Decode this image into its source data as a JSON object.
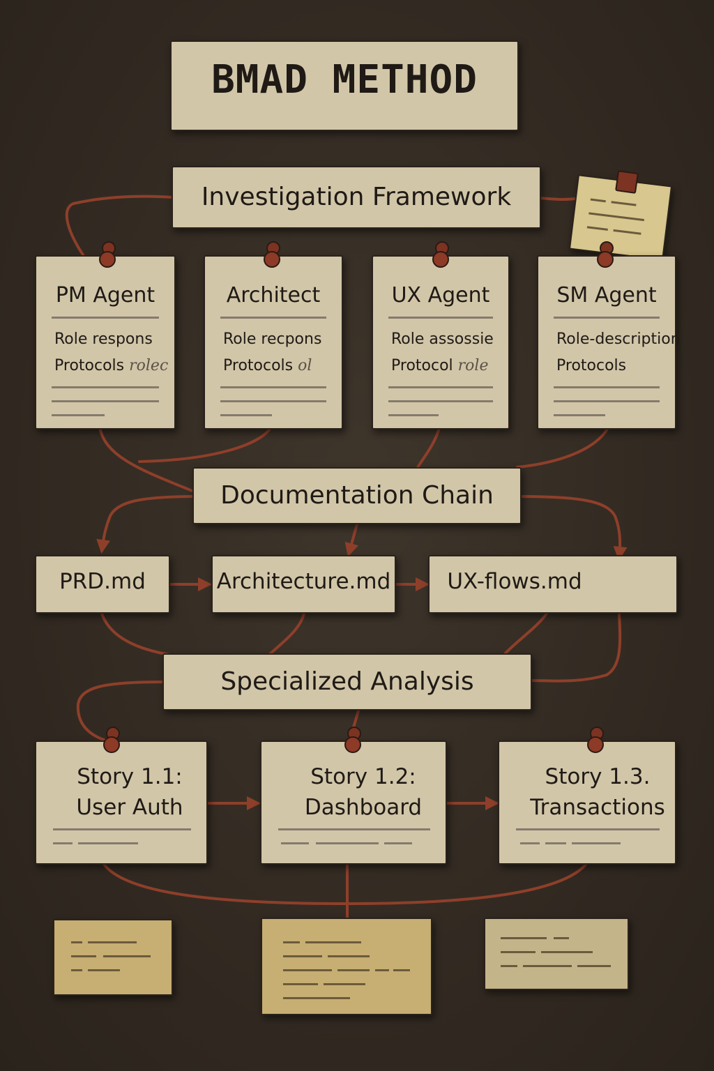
{
  "title": "BMAD METHOD",
  "sections": {
    "investigation": "Investigation Framework",
    "documentation": "Documentation Chain",
    "analysis": "Specialized Analysis"
  },
  "agents": [
    {
      "name": "PM Agent",
      "line1": "Role respons",
      "line2": "Protocols",
      "line2_extra": "rolec"
    },
    {
      "name": "Architect",
      "line1": "Role recpons",
      "line2": "Protocols",
      "line2_extra": "ol"
    },
    {
      "name": "UX Agent",
      "line1": "Role assossie",
      "line2": "Protocol",
      "line2_extra": "role"
    },
    {
      "name": "SM Agent",
      "line1": "Role-description",
      "line2": "Protocols",
      "line2_extra": ""
    }
  ],
  "docs": [
    "PRD.md",
    "Architecture.md",
    "UX-flows.md"
  ],
  "stories": [
    {
      "line1": "Story 1.1:",
      "line2": "User Auth"
    },
    {
      "line1": "Story 1.2:",
      "line2": "Dashboard"
    },
    {
      "line1": "Story 1.3.",
      "line2": "Transactions"
    }
  ],
  "colors": {
    "background": "#302820",
    "card": "#d2c6a9",
    "wire": "#8e3f2a",
    "pin": "#8d3a26",
    "note_yellow": "#c7ae72",
    "note_tan": "#c4b48a",
    "sticky": "#d8c78e"
  }
}
